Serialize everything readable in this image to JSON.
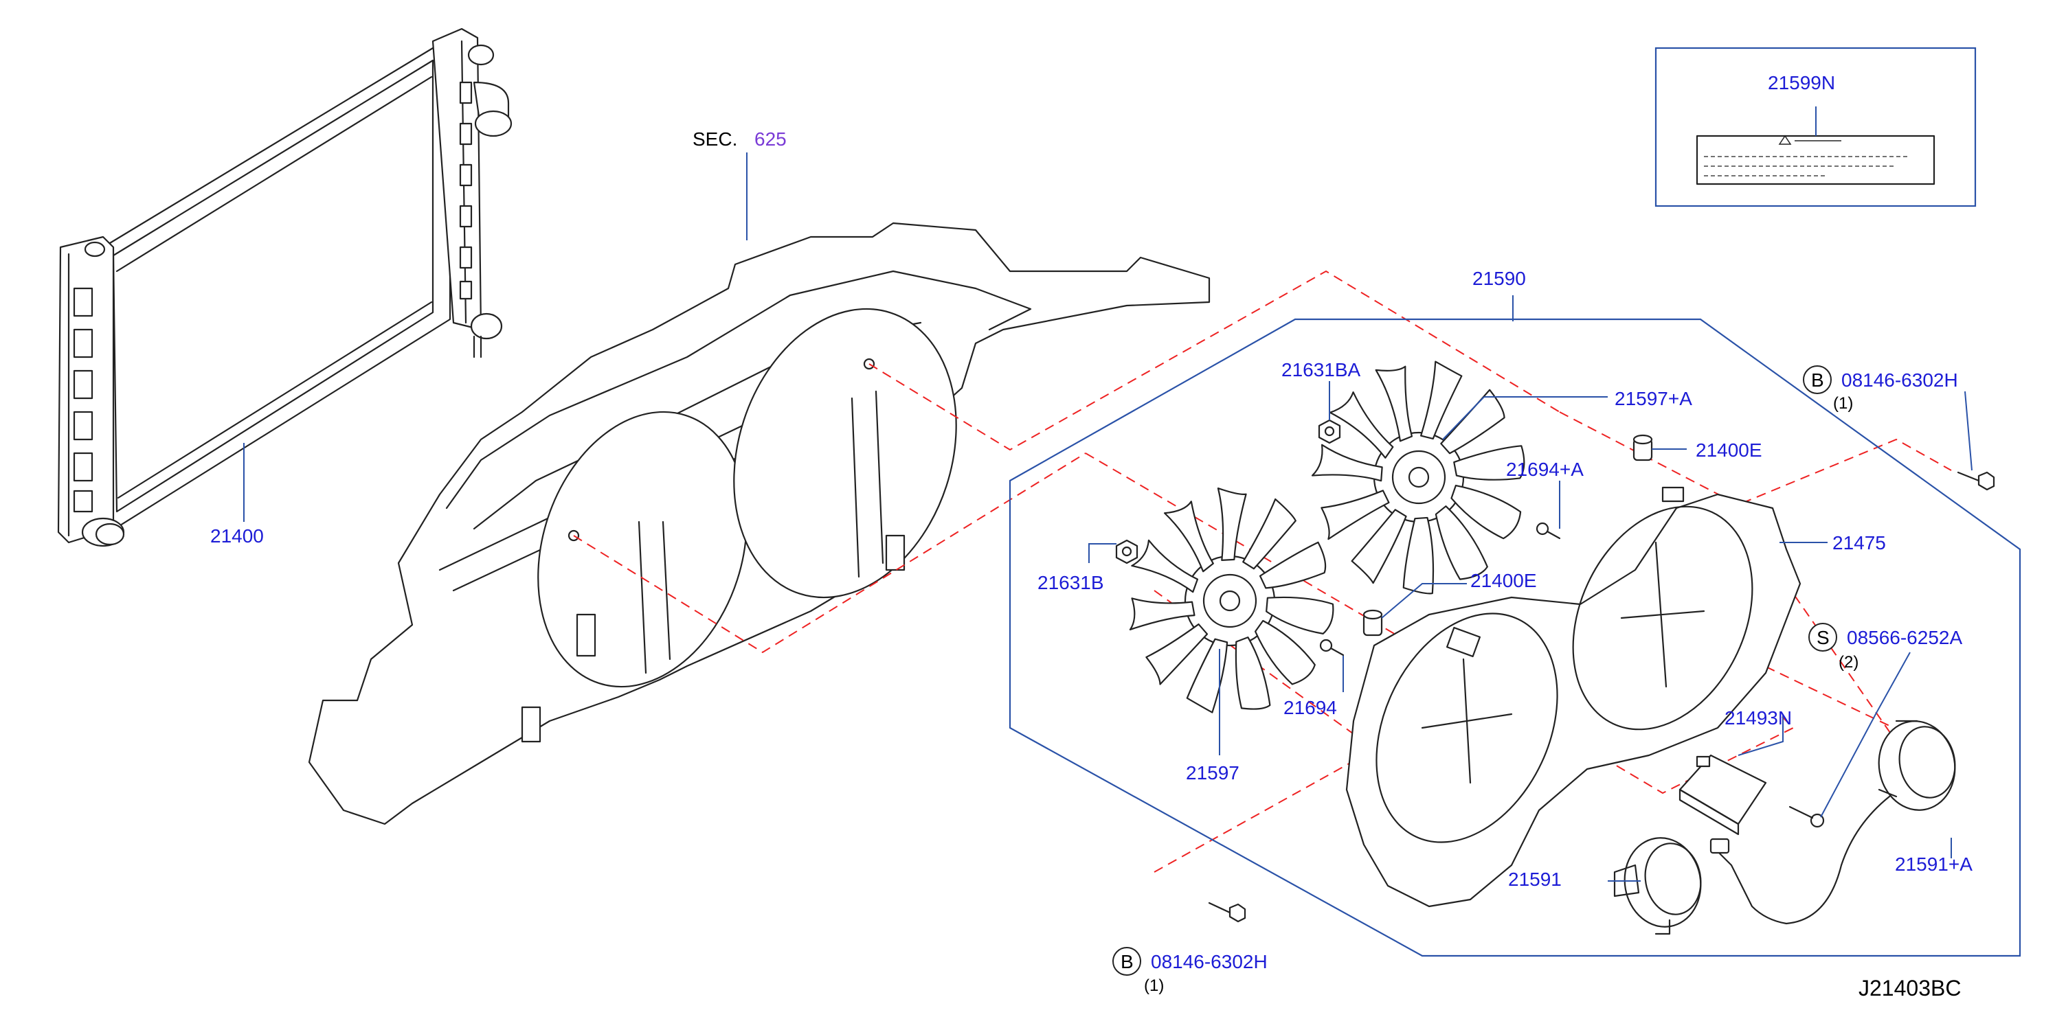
{
  "diagram_code": "J21403BC",
  "section_ref": {
    "prefix": "SEC.",
    "number": "625"
  },
  "callouts": {
    "radiator": "21400",
    "fan_shroud_assembly": "21590",
    "caution_label": "21599N",
    "fan_upper": "21597+A",
    "fan_lower": "21597",
    "nut_upper": "21631BA",
    "nut_lower": "21631B",
    "bushing_upper": "21400E",
    "bushing_lower": "21400E",
    "screw_upper": "21694+A",
    "screw_lower": "21694",
    "shroud": "21475",
    "resistor": "21493N",
    "motor_left": "21591",
    "motor_right": "21591+A"
  },
  "bolts": [
    {
      "symbol": "B",
      "part": "08146-6302H",
      "qty": "(1)"
    },
    {
      "symbol": "S",
      "part": "08566-6252A",
      "qty": "(2)"
    },
    {
      "symbol": "B",
      "part": "08146-6302H",
      "qty": "(1)"
    }
  ],
  "colors": {
    "callout_text": "#1c1cd6",
    "leader_line": "#2a52a8",
    "phantom_line": "#e22222",
    "section_number": "#7a3bd6"
  }
}
